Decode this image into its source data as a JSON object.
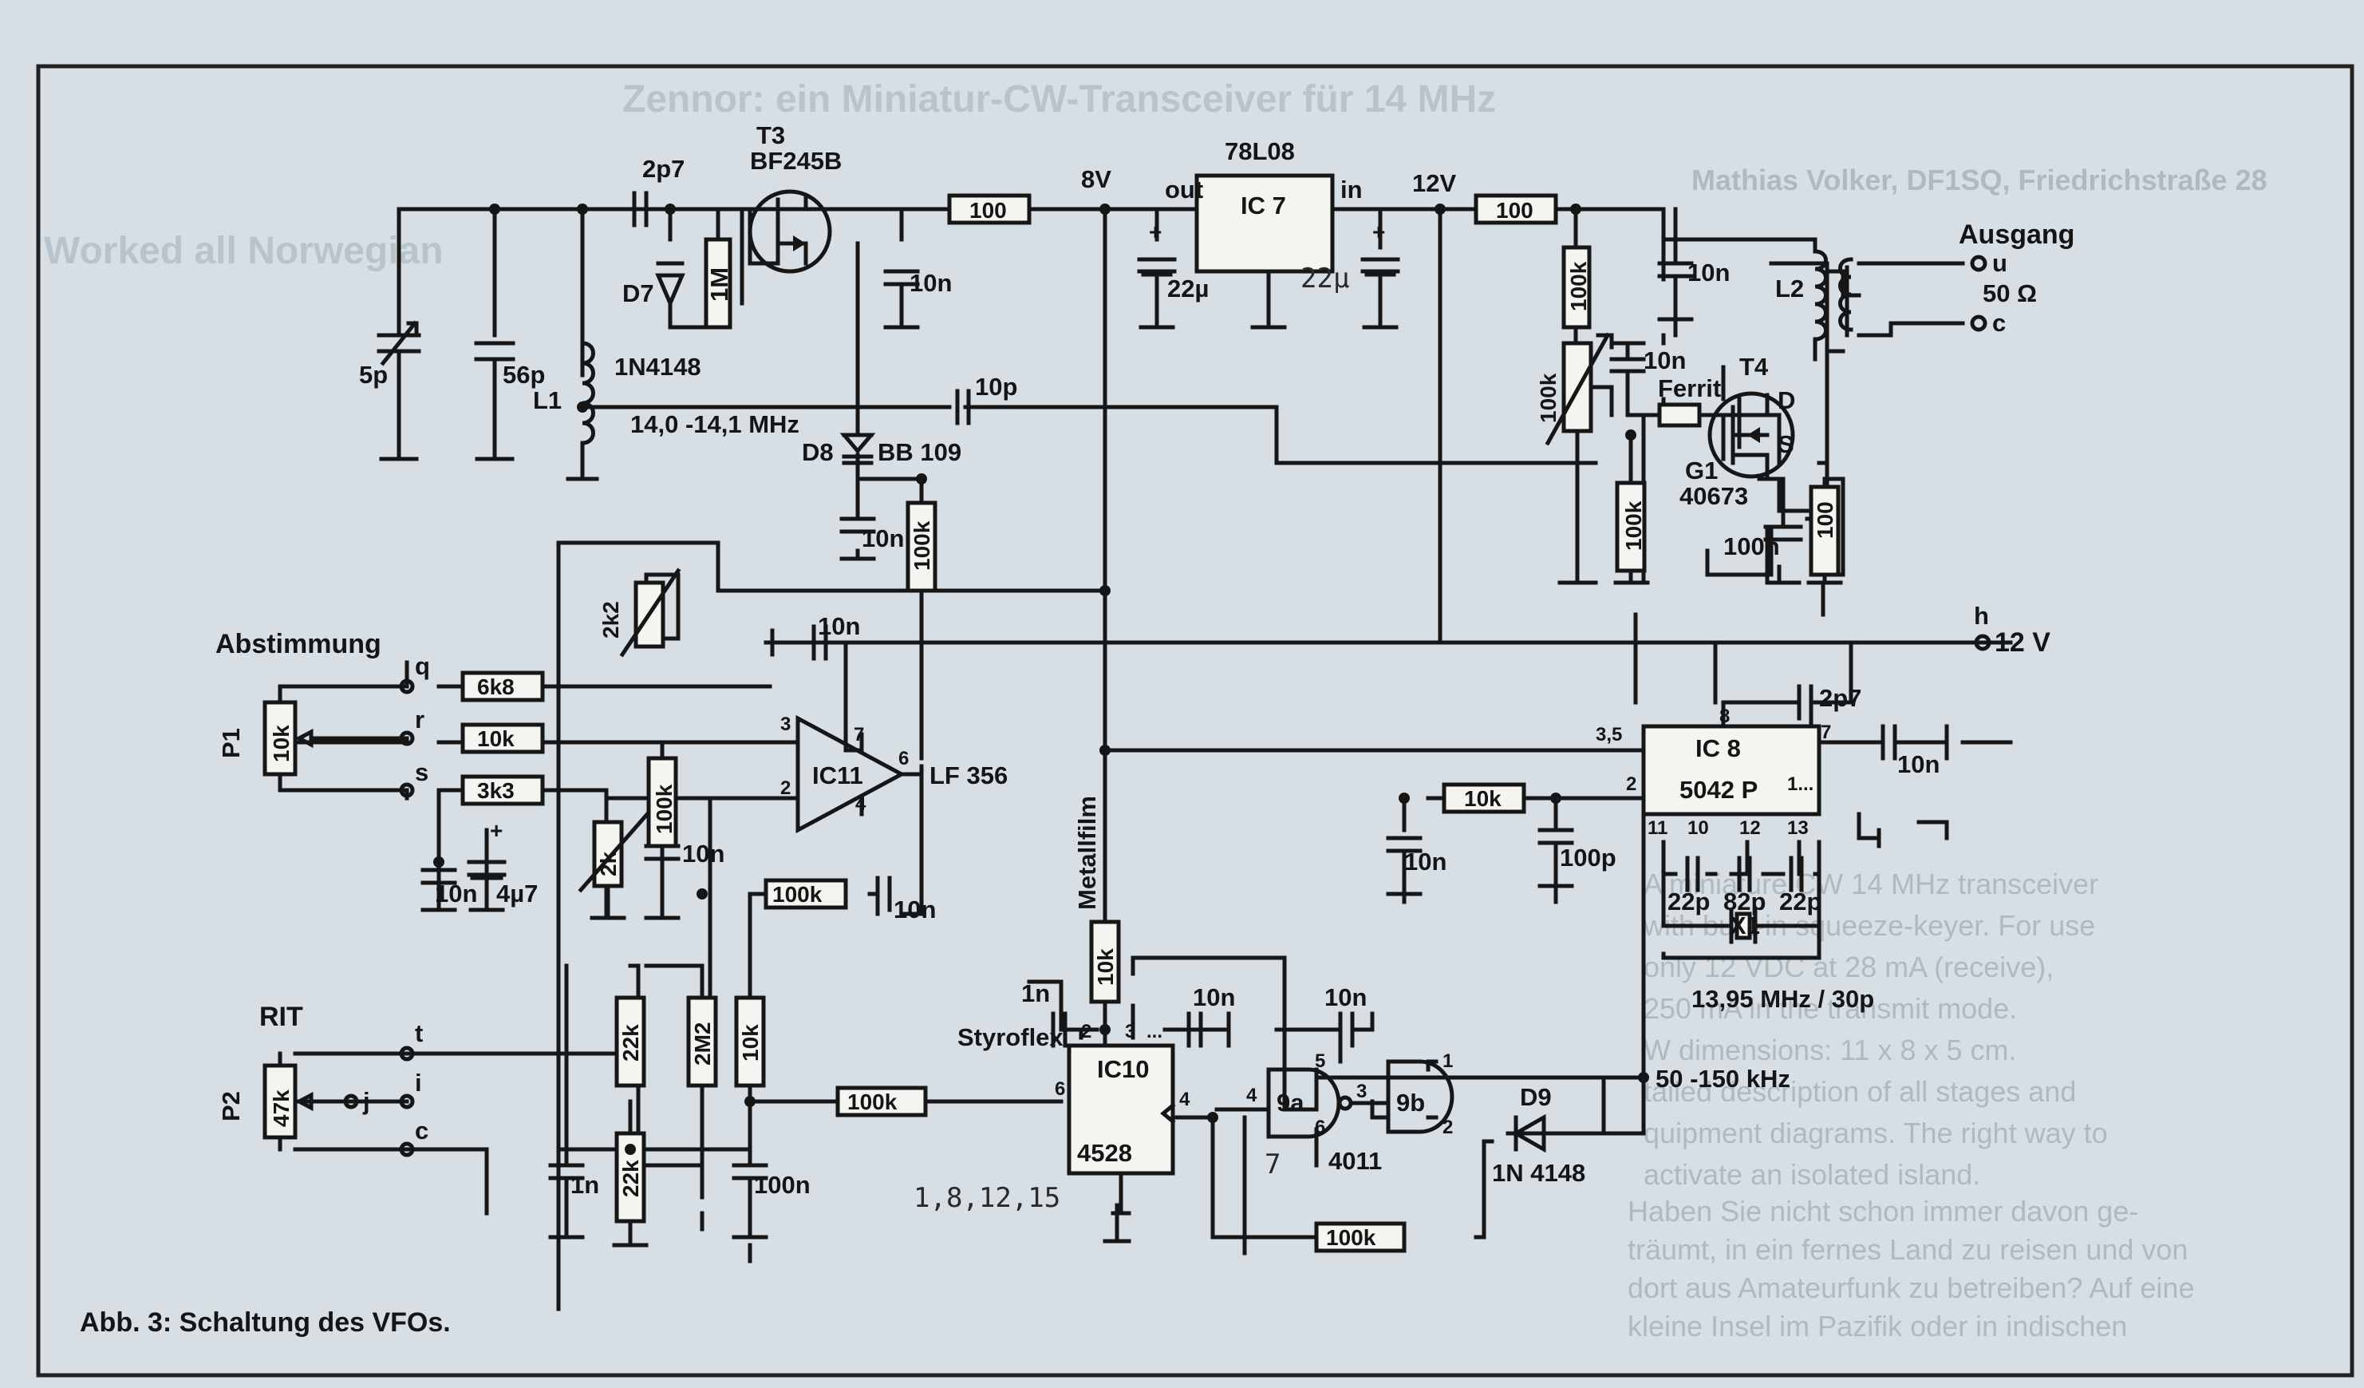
{
  "caption": "Abb. 3: Schaltung des VFOs.",
  "background_text": {
    "headline": "Zennor: ein Miniatur-CW-Transceiver für 14 MHz",
    "author": "Mathias Volker, DF1SQ, Friedrichstraße 28",
    "left_heading": "Worked all Norwegian",
    "right_lines": [
      "A miniature CW 14 MHz transceiver",
      "with built-in squeeze-keyer. For use",
      "only 12 VDC at 28 mA (receive),",
      "250 mA in the transmit mode.",
      "W dimensions: 11 x 8 x 5 cm.",
      "tailed description of all stages and",
      "quipment diagrams. The right way to",
      "activate an isolated island.",
      "Haben Sie nicht schon immer davon ge-",
      "träumt, in ein fernes Land zu reisen und von",
      "dort aus Amateurfunk zu betreiben? Auf eine",
      "kleine Insel im Pazifik oder in indischen"
    ]
  },
  "components": {
    "T3": {
      "ref": "T3",
      "type": "BF245B"
    },
    "T4": {
      "ref": "T4",
      "type": "40673",
      "gate": "G1",
      "drain": "D",
      "source": "S"
    },
    "IC7": {
      "ref": "IC 7",
      "type": "78L08",
      "in": "in",
      "out": "out"
    },
    "IC8": {
      "ref": "IC 8",
      "type": "5042 P"
    },
    "IC10": {
      "ref": "IC10",
      "type": "4528"
    },
    "IC11": {
      "ref": "IC11",
      "type": "LF 356"
    },
    "IC9": {
      "gate_a": "9a",
      "gate_b": "9b",
      "type": "4011"
    },
    "D7": {
      "ref": "D7",
      "type": "1N4148"
    },
    "D8": {
      "ref": "D8",
      "type": "BB 109"
    },
    "D9": {
      "ref": "D9",
      "type": "1N 4148"
    },
    "L1": "L1",
    "L2": "L2",
    "X1": {
      "ref": "X1",
      "freq": "13,95 MHz / 30p"
    },
    "P1": {
      "ref": "P1",
      "value": "10k"
    },
    "P2": {
      "ref": "P2",
      "value": "47k"
    },
    "ferrite": "Ferrit"
  },
  "values": {
    "c_trim": "5p",
    "c56": "56p",
    "c2p7": "2p7",
    "r1m": "1M",
    "r100": "100",
    "c10n": "10n",
    "c22u": "22µ",
    "c10p": "10p",
    "r100k": "100k",
    "r2k2": "2k2",
    "r6k8": "6k8",
    "r10k": "10k",
    "r3k3": "3k3",
    "r2k": "2k",
    "c4u7": "4µ7",
    "r22k": "22k",
    "r2m2": "2M2",
    "c1n": "1n",
    "c100n": "100n",
    "c100p": "100p",
    "c22p": "22p",
    "c82p": "82p",
    "c100n_t4": "100n"
  },
  "labels": {
    "v8": "8V",
    "v12": "12V",
    "v12_out": "12 V",
    "ausgang": "Ausgang",
    "ohm50": "50 Ω",
    "freq": "14,0 -14,1 MHz",
    "abstimmung": "Abstimmung",
    "rit": "RIT",
    "metallfilm": "Metallfilm",
    "styroflex": "Styroflex",
    "khz": "50 -150 kHz",
    "term_q": "q",
    "term_r": "r",
    "term_s": "s",
    "term_t": "t",
    "term_i": "i",
    "term_j": "j",
    "term_c": "c",
    "term_u": "u",
    "term_c2": "c",
    "term_h": "h"
  },
  "handwritten": {
    "c22u_ic7_in": "22µ",
    "ic10_pins": "1,8,12,15"
  },
  "pins": {
    "ic11": [
      "3",
      "2",
      "7",
      "4",
      "6"
    ],
    "ic10": [
      "2",
      "3",
      "...",
      "6",
      "4"
    ],
    "ic9": [
      "4",
      "5",
      "6",
      "3",
      "1",
      "2",
      "7"
    ],
    "ic8": [
      "3,5",
      "8",
      "7",
      "2",
      "1...",
      "11",
      "10",
      "12",
      "13"
    ]
  }
}
